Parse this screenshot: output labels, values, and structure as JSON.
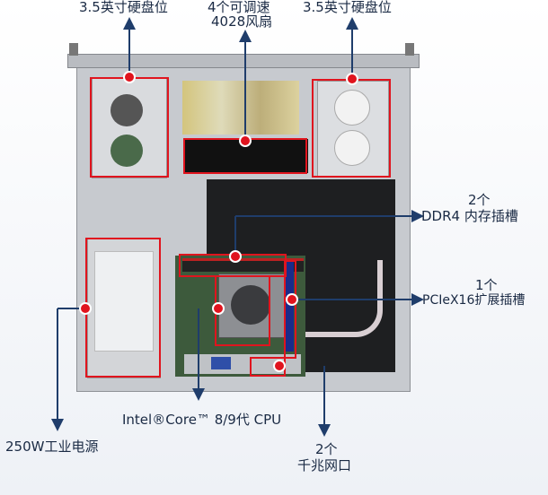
{
  "labels": {
    "hdd_left": "3.5英寸硬盘位",
    "fan_line1": "4个可调速",
    "fan_line2": "4028风扇",
    "hdd_right": "3.5英寸硬盘位",
    "ddr_line1": "2个",
    "ddr_line2": "DDR4 内存插槽",
    "pcie_line1": "1个",
    "pcie_line2": "PCIeX16扩展插槽",
    "cpu": "Intel®Core™ 8/9代 CPU",
    "psu": "250W工业电源",
    "lan_line1": "2个",
    "lan_line2": "千兆网口"
  },
  "colors": {
    "highlight": "#e0141e",
    "arrow": "#1f3d6b",
    "chassis": "#c9ccd1",
    "tray": "#1b1b1d"
  }
}
